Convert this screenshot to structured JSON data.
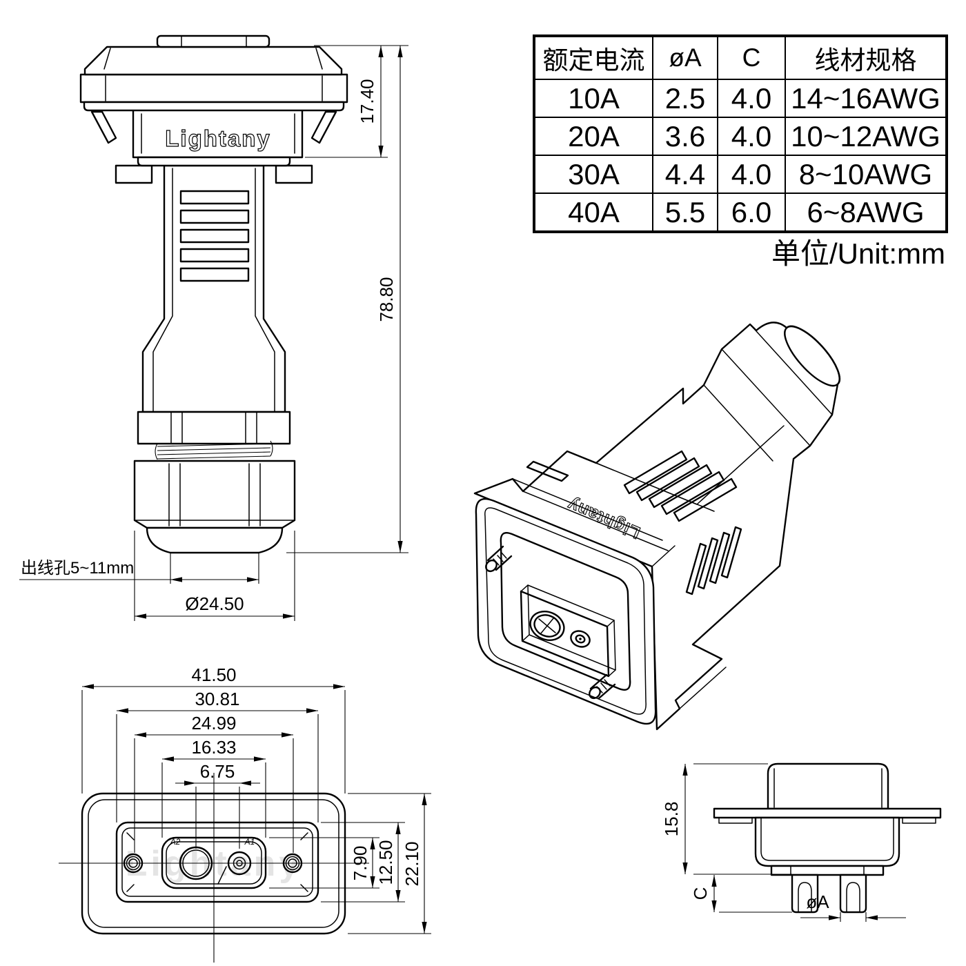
{
  "brand": {
    "name": "Lightany"
  },
  "table": {
    "headers": [
      "额定电流",
      "øA",
      "C",
      "线材规格"
    ],
    "rows": [
      [
        "10A",
        "2.5",
        "4.0",
        "14~16AWG"
      ],
      [
        "20A",
        "3.6",
        "4.0",
        "10~12AWG"
      ],
      [
        "30A",
        "4.4",
        "4.0",
        "8~10AWG"
      ],
      [
        "40A",
        "5.5",
        "6.0",
        "6~8AWG"
      ]
    ],
    "unit_note": "单位/Unit:mm"
  },
  "front_view": {
    "dim_flange_height": "17.40",
    "dim_total_height": "78.80",
    "cable_hole_label": "出线孔5~11mm",
    "dim_gland_diameter": "Ø24.50"
  },
  "face_view": {
    "dim_w1": "41.50",
    "dim_w2": "30.81",
    "dim_w3": "24.99",
    "dim_w4": "16.33",
    "dim_w5": "6.75",
    "dim_h1": "7.90",
    "dim_h2": "12.50",
    "dim_h3": "22.10",
    "label_a2": "A2",
    "label_a1": "A1"
  },
  "side_view": {
    "dim_height": "15.8",
    "dim_cup_depth": "C",
    "dim_cup_diameter": "øA"
  }
}
